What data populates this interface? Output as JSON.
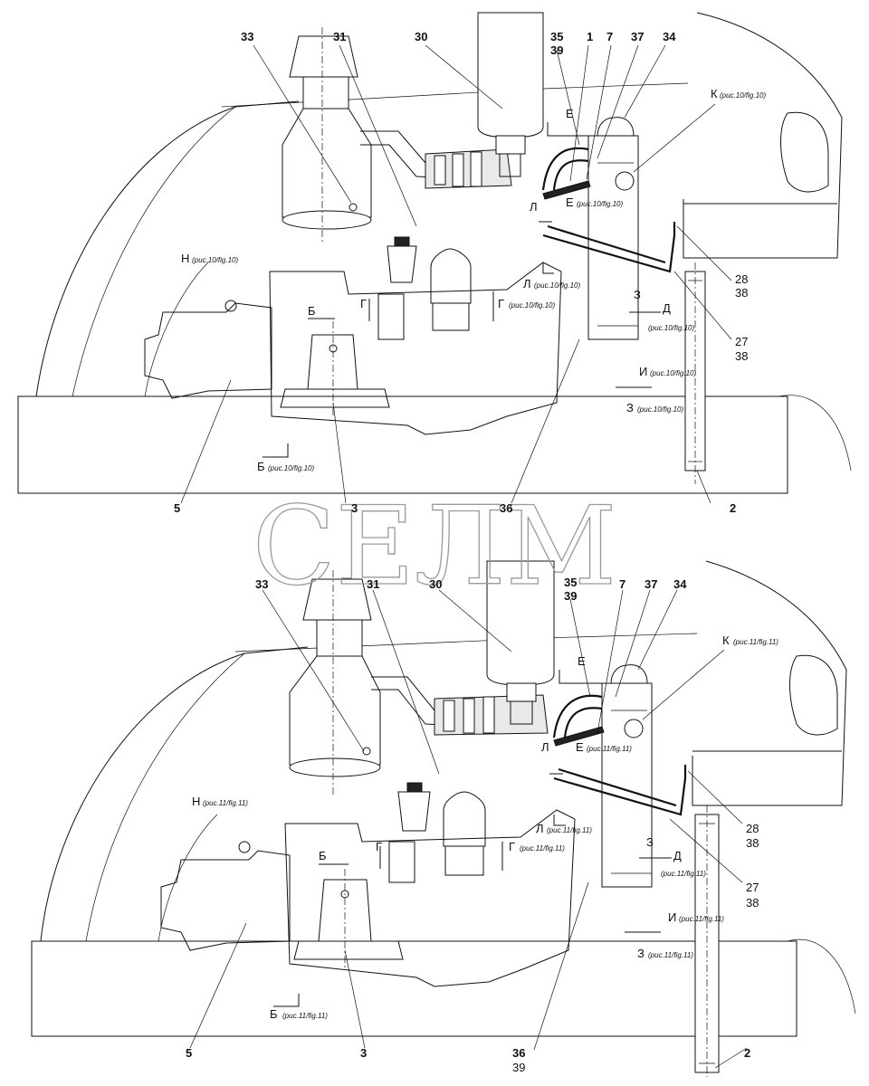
{
  "watermark": "СЕЛМ",
  "top_view": {
    "callouts": [
      "33",
      "31",
      "30",
      "35",
      "39",
      "1",
      "7",
      "37",
      "34",
      "28",
      "38",
      "27",
      "38",
      "2",
      "5",
      "3",
      "36"
    ],
    "view_markers": {
      "K": "К",
      "K_ref": "(рис.10/fig.10)",
      "N": "Н",
      "N_ref": "(рис.10/fig.10)",
      "B": "Б",
      "B_ref": "(рис.10/fig.10)",
      "G": "Г",
      "G_ref": "(рис.10/fig.10)",
      "L": "Л",
      "L_ref": "(рис.10/fig.10)",
      "E": "Е",
      "E_ref": "(рис.10/fig.10)",
      "D": "Д",
      "D_ref": "(рис.10/fig.10)",
      "I": "И",
      "I_ref": "(рис.10/fig.10)",
      "Z": "З",
      "Z_ref": "(рис.10/fig.10)"
    }
  },
  "bottom_view": {
    "callouts": [
      "33",
      "31",
      "30",
      "35",
      "39",
      "7",
      "37",
      "34",
      "28",
      "38",
      "27",
      "38",
      "2",
      "5",
      "3",
      "36",
      "39"
    ],
    "view_markers": {
      "K": "К",
      "K_ref": "(рис.11/fig.11)",
      "N": "Н",
      "N_ref": "(рис.11/fig.11)",
      "B": "Б",
      "B_ref": "(рис.11/fig.11)",
      "G": "Г",
      "G_ref": "(рис.11/fig.11)",
      "L": "Л",
      "L_ref": "(рис.11/fig.11)",
      "E": "Е",
      "E_ref": "(рис.11/fig.11)",
      "D": "Д",
      "D_ref": "(рис.11/fig.11)",
      "I": "И",
      "I_ref": "(рис.11/fig.11)",
      "Z": "З",
      "Z_ref": "(рис.11/fig.11)"
    }
  }
}
